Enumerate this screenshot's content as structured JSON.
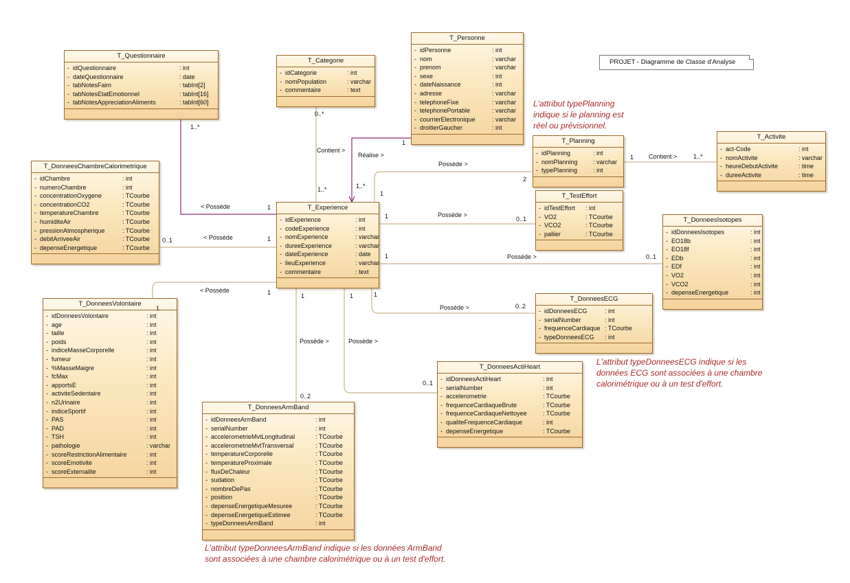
{
  "title_note": "PROJET - Diagramme de Classe d'Analyse",
  "classes": {
    "questionnaire": {
      "name": "T_Questionnaire",
      "attrs": [
        {
          "n": "idQuestionnaire",
          "t": ": int"
        },
        {
          "n": "dateQuestionnaire",
          "t": ": date"
        },
        {
          "n": "tabNotesFaim",
          "t": ": tabInt[2]"
        },
        {
          "n": "tabNotesEtatEmotionnel",
          "t": ": tabInt[16]"
        },
        {
          "n": "tabNotesAppreciationAliments",
          "t": ": tabInt[60]"
        }
      ]
    },
    "categorie": {
      "name": "T_Categorie",
      "attrs": [
        {
          "n": "idCategorie",
          "t": ": int"
        },
        {
          "n": "nomPopulation",
          "t": ": varchar"
        },
        {
          "n": "commentaire",
          "t": ": text"
        }
      ]
    },
    "personne": {
      "name": "T_Personne",
      "attrs": [
        {
          "n": "idPersonne",
          "t": ": int"
        },
        {
          "n": "nom",
          "t": ": varchar"
        },
        {
          "n": "prenom",
          "t": ": varchar"
        },
        {
          "n": "sexe",
          "t": ": int"
        },
        {
          "n": "dateNaissance",
          "t": ": int"
        },
        {
          "n": "adresse",
          "t": ": varchar"
        },
        {
          "n": "telephoneFixe",
          "t": ": varchar"
        },
        {
          "n": "telephonePortable",
          "t": ": varchar"
        },
        {
          "n": "courrierElectronique",
          "t": ": varchar"
        },
        {
          "n": "droitierGaucher",
          "t": ": int"
        }
      ]
    },
    "planning": {
      "name": "T_Planning",
      "attrs": [
        {
          "n": "idPlanning",
          "t": ": int"
        },
        {
          "n": "nomPlanning",
          "t": ": varchar"
        },
        {
          "n": "typePlanning",
          "t": ": int"
        }
      ]
    },
    "activite": {
      "name": "T_Activite",
      "attrs": [
        {
          "n": "act-Code",
          "t": ": int"
        },
        {
          "n": "nomActivite",
          "t": ": varchar"
        },
        {
          "n": "heureDebutActivite",
          "t": ": time"
        },
        {
          "n": "dureeActivite",
          "t": ": time"
        }
      ]
    },
    "chambre": {
      "name": "T_DonneesChambreCalorimetrique",
      "attrs": [
        {
          "n": "idChambre",
          "t": ": int"
        },
        {
          "n": "numeroChambre",
          "t": ": int"
        },
        {
          "n": "concentrationOxygene",
          "t": ": TCourbe"
        },
        {
          "n": "concentrationCO2",
          "t": ": TCourbe"
        },
        {
          "n": "temperatureChambre",
          "t": ": TCourbe"
        },
        {
          "n": "humiditeAir",
          "t": ": TCourbe"
        },
        {
          "n": "pressionAtmospherique",
          "t": ": TCourbe"
        },
        {
          "n": "debitArriveeAir",
          "t": ": TCourbe"
        },
        {
          "n": "depenseEnergetique",
          "t": ": TCourbe"
        }
      ]
    },
    "experience": {
      "name": "T_Experience",
      "attrs": [
        {
          "n": "idExperience",
          "t": ": int"
        },
        {
          "n": "codeExperience",
          "t": ": int"
        },
        {
          "n": "nomExperience",
          "t": ": varchar"
        },
        {
          "n": "dureeExperience",
          "t": ": varchar"
        },
        {
          "n": "dateExperience",
          "t": ": date"
        },
        {
          "n": "lieuExperience",
          "t": ": varchar"
        },
        {
          "n": "commentaire",
          "t": ": text"
        }
      ]
    },
    "testeffort": {
      "name": "T_TestEffort",
      "attrs": [
        {
          "n": "idTestEffort",
          "t": ": int"
        },
        {
          "n": "VO2",
          "t": ": TCourbe"
        },
        {
          "n": "VCO2",
          "t": ": TCourbe"
        },
        {
          "n": "pallier",
          "t": ": TCourbe"
        }
      ]
    },
    "isotopes": {
      "name": "T_DonneesIsotopes",
      "attrs": [
        {
          "n": "idDonneesIsotopes",
          "t": ": int"
        },
        {
          "n": "EO18b",
          "t": ": int"
        },
        {
          "n": "EO18f",
          "t": ": int"
        },
        {
          "n": "EDb",
          "t": ": int"
        },
        {
          "n": "EDf",
          "t": ": int"
        },
        {
          "n": "VO2",
          "t": ": int"
        },
        {
          "n": "VCO2",
          "t": ": int"
        },
        {
          "n": "depenseEnergetique",
          "t": ": int"
        }
      ]
    },
    "volontaire": {
      "name": "T_DonneesVolontaire",
      "attrs": [
        {
          "n": "idDonneesVolontaire",
          "t": ": int"
        },
        {
          "n": "age",
          "t": ": int"
        },
        {
          "n": "taille",
          "t": ": int"
        },
        {
          "n": "poids",
          "t": ": int"
        },
        {
          "n": "indiceMasseCorporelle",
          "t": ": int"
        },
        {
          "n": "fumeur",
          "t": ": int"
        },
        {
          "n": "%MasseMaigre",
          "t": ": int"
        },
        {
          "n": "fcMax",
          "t": ": int"
        },
        {
          "n": "apportsE",
          "t": ": int"
        },
        {
          "n": "activiteSedentaire",
          "t": ": int"
        },
        {
          "n": "n2Urinaire",
          "t": ": int"
        },
        {
          "n": "indiceSportif",
          "t": ": int"
        },
        {
          "n": "PAS",
          "t": ": int"
        },
        {
          "n": "PAD",
          "t": ": int"
        },
        {
          "n": "TSH",
          "t": ": int"
        },
        {
          "n": "pathologie",
          "t": ": varchar"
        },
        {
          "n": "scoreRestrictionAlimentaire",
          "t": ": int"
        },
        {
          "n": "scoreEmotivite",
          "t": ": int"
        },
        {
          "n": "scoreExternalite",
          "t": ": int"
        }
      ]
    },
    "ecg": {
      "name": "T_DonneesECG",
      "attrs": [
        {
          "n": "idDonneesECG",
          "t": ": int"
        },
        {
          "n": "serialNumber",
          "t": ": int"
        },
        {
          "n": "frequenceCardiaque",
          "t": ": TCourbe"
        },
        {
          "n": "typeDonneesECG",
          "t": ": int"
        }
      ]
    },
    "actiheart": {
      "name": "T_DonneesActiHeart",
      "attrs": [
        {
          "n": "idDonneesActiHeart",
          "t": ": int"
        },
        {
          "n": "serialNumber",
          "t": ": int"
        },
        {
          "n": "accelerometrie",
          "t": ": TCourbe"
        },
        {
          "n": "frequenceCardiaqueBrute",
          "t": ": TCourbe"
        },
        {
          "n": "frequenceCardiaqueNettoyee",
          "t": ": TCourbe"
        },
        {
          "n": "qualiteFrequenceCardiaque",
          "t": ": int"
        },
        {
          "n": "depenseEnergetique",
          "t": ": TCourbe"
        }
      ]
    },
    "armband": {
      "name": "T_DonneesArmBand",
      "attrs": [
        {
          "n": "idDonneesArmBand",
          "t": ": int"
        },
        {
          "n": "serialNumber",
          "t": ": int"
        },
        {
          "n": "accelerometrieMvtLongitudinal",
          "t": ": TCourbe"
        },
        {
          "n": "accelerometrieMvtTransversal",
          "t": ": TCourbe"
        },
        {
          "n": "temperatureCorporelle",
          "t": ": TCourbe"
        },
        {
          "n": "temperatureProximale",
          "t": ": TCourbe"
        },
        {
          "n": "fluxDeChaleur",
          "t": ": TCourbe"
        },
        {
          "n": "sudation",
          "t": ": TCourbe"
        },
        {
          "n": "nombreDePas",
          "t": ": TCourbe"
        },
        {
          "n": "position",
          "t": ": TCourbe"
        },
        {
          "n": "depenseEnergetiqueMesuree",
          "t": ": TCourbe"
        },
        {
          "n": "depenseEnergetiqueEstimee",
          "t": ": TCourbe"
        },
        {
          "n": "typeDonneesArmBand",
          "t": ": int"
        }
      ]
    }
  },
  "labels": {
    "q_mult_top": "1..*",
    "q_possede": "< Possède",
    "q_mult_exp": "1",
    "cat_mult_top": "0..*",
    "cat_contient": "Contient >",
    "cat_mult_exp": "1..*",
    "pers_mult": "1",
    "pers_realise": "Réalise >",
    "pers_mult_exp": "1..*",
    "plan_possede": "Possède >",
    "plan_mult_exp": "1",
    "plan_mult": "2",
    "act_mult_plan": "1",
    "act_contient": "Contient >",
    "act_mult": "1..*",
    "ch_mult": "0..1",
    "ch_possede": "< Possède",
    "ch_mult_exp": "1",
    "te_mult_exp": "1",
    "te_possede": "Possède >",
    "te_mult": "0..1",
    "iso_mult_exp": "1",
    "iso_possede": "Possède >",
    "iso_mult": "0..1",
    "vol_possede": "< Possède",
    "vol_mult_exp": "1",
    "vol_mult": "1",
    "ecg_mult_exp": "1",
    "ecg_possede": "Possède >",
    "ecg_mult": "0..2",
    "arm_mult_exp": "1",
    "arm_possede": "Possède >",
    "arm_mult": "0..2",
    "ah_mult_exp": "1",
    "ah_possede": "Possède >",
    "ah_mult": "0..1"
  },
  "notes": {
    "planning": [
      "L'attribut typePlanning",
      "indique si le planning est",
      "réel ou prévisionnel."
    ],
    "ecg": [
      "L'attribut typeDonneesECG  indique si les",
      "données ECG sont associées à une chambre",
      "calorimétrique ou à un test d'effort."
    ],
    "armband": [
      "L'attribut typeDonneesArmBand indique si les données ArmBand",
      "sont associées à une chambre calorimétrique ou à un test d'effort."
    ]
  }
}
